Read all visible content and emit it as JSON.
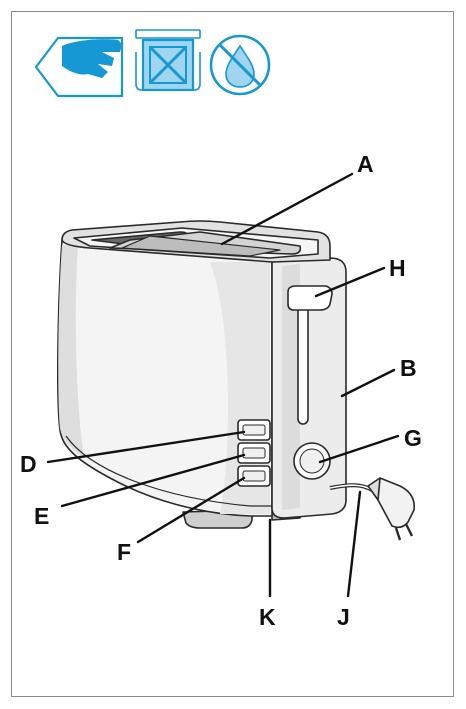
{
  "colors": {
    "icon_blue": "#1598d4",
    "outline": "#2a2a2a",
    "frame_border": "#8c8c8c",
    "toaster_body": "#f3f3f3",
    "toaster_shade": "#d9d9d9"
  },
  "icons": [
    {
      "name": "hand-wipe-icon"
    },
    {
      "name": "no-dishwasher-icon"
    },
    {
      "name": "no-water-icon"
    }
  ],
  "labels": {
    "A": "A",
    "B": "B",
    "D": "D",
    "E": "E",
    "F": "F",
    "G": "G",
    "H": "H",
    "J": "J",
    "K": "K"
  }
}
